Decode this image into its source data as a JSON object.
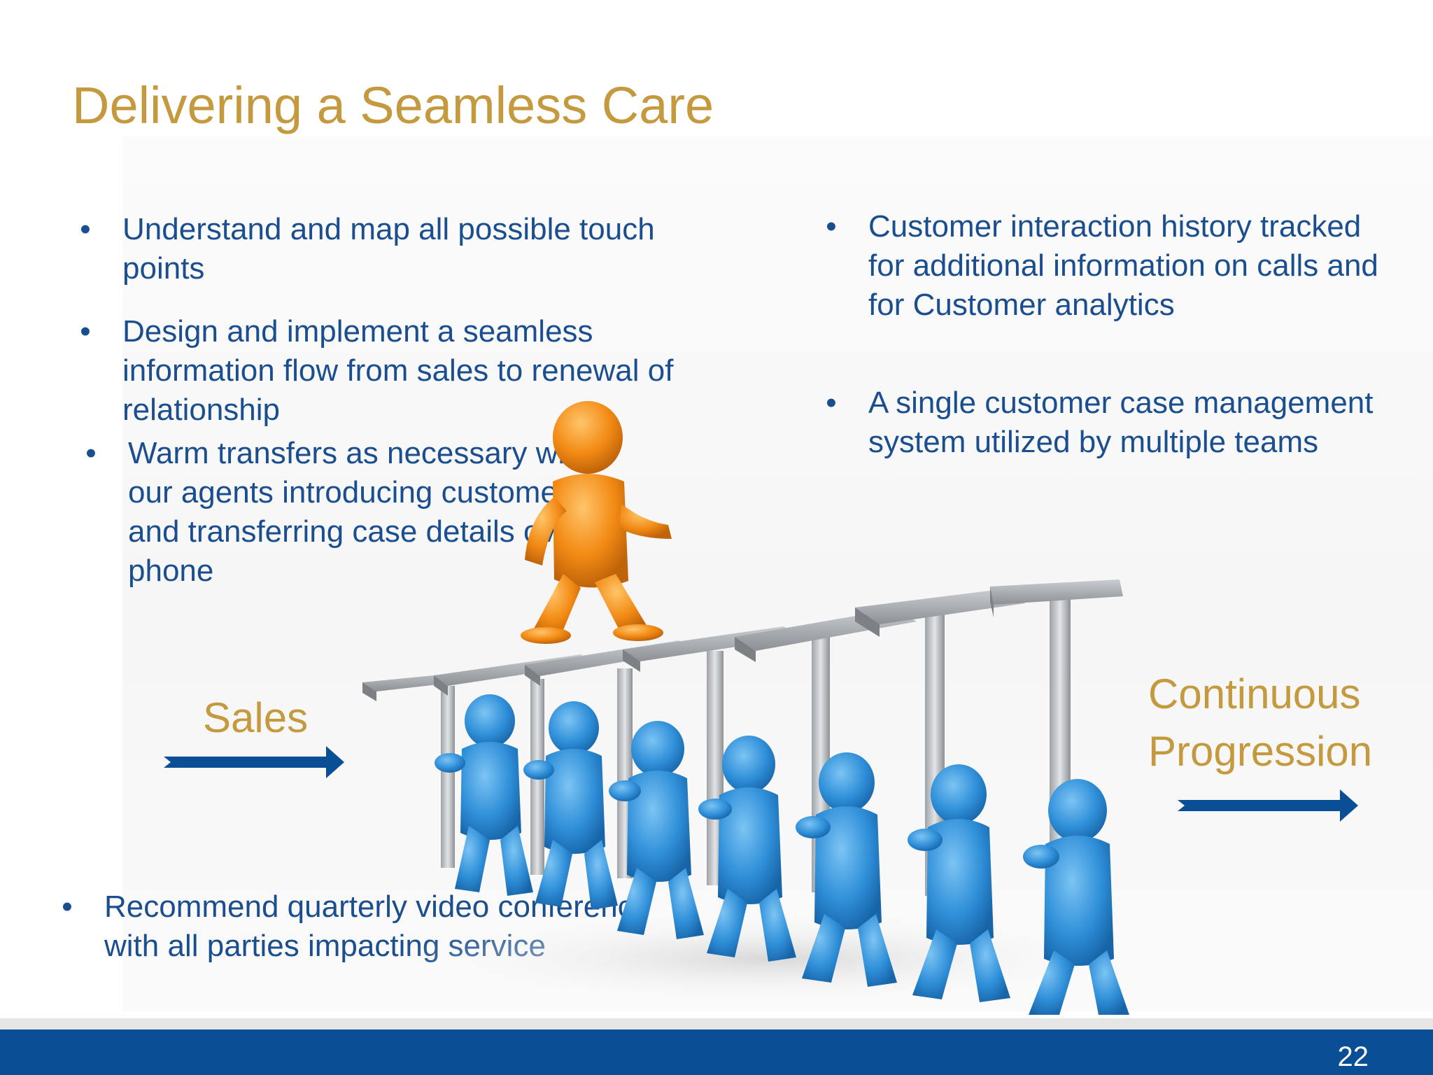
{
  "slide": {
    "title": "Delivering a Seamless Care",
    "bullets_left": [
      "Understand and map all possible touch points",
      "Design and implement a seamless information flow from sales to renewal of relationship",
      "Warm transfers as necessary with our agents introducing customers and transferring case details over phone"
    ],
    "bullets_right": [
      "Customer interaction history tracked for additional information on calls and for Customer analytics",
      "A single customer case management system utilized by multiple teams"
    ],
    "bullet_bottom": "Recommend quarterly video conference with all parties impacting service",
    "label_sales": "Sales",
    "label_progression_line1": "Continuous",
    "label_progression_line2": "Progression",
    "page_number": "22",
    "bullet_symbol": "•"
  },
  "colors": {
    "title": "#c59a3e",
    "body_text": "#1a4e8f",
    "arrow": "#0a4f96",
    "footer": "#0a4f96",
    "figure_blue": "#3d9be0",
    "figure_orange": "#f08a14",
    "platform_gray": "#9a9ea3"
  },
  "icons": [
    "arrow-right-icon",
    "orange-person-figure",
    "blue-person-figure",
    "step-platform"
  ]
}
